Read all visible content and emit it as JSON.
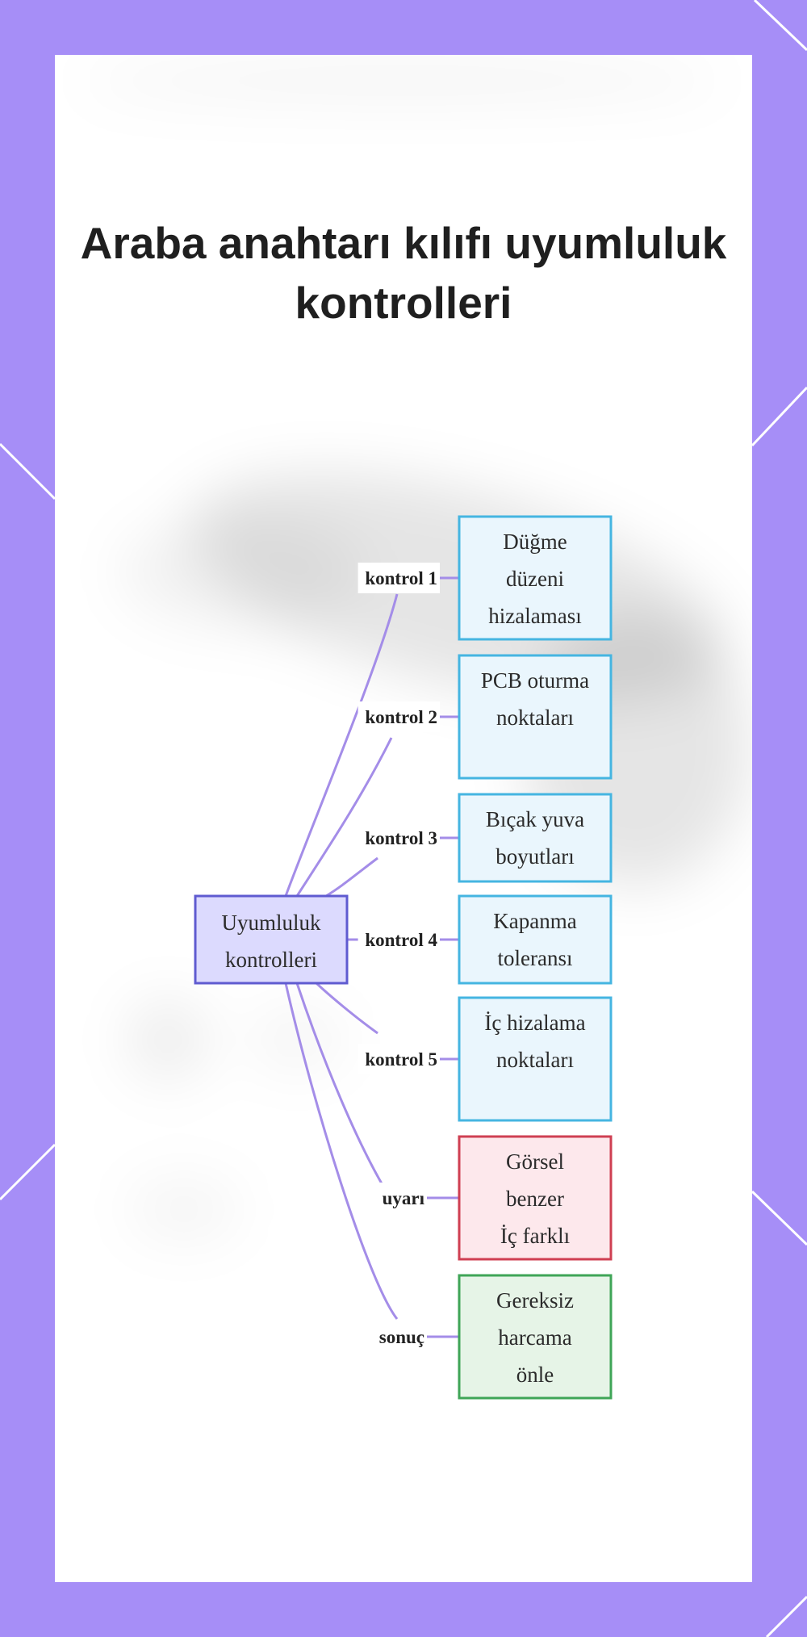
{
  "title_lines": [
    "Araba anahtarı kılıfı uyumluluk",
    "kontrolleri"
  ],
  "center_node": {
    "lines": [
      "Uyumluluk",
      "kontrolleri"
    ]
  },
  "branches": [
    {
      "edge_label": "kontrol 1",
      "lines": [
        "Düğme",
        "düzeni",
        "hizalaması"
      ],
      "kind": "check"
    },
    {
      "edge_label": "kontrol 2",
      "lines": [
        "PCB oturma",
        "noktaları"
      ],
      "kind": "check"
    },
    {
      "edge_label": "kontrol 3",
      "lines": [
        "Bıçak yuva",
        "boyutları"
      ],
      "kind": "check"
    },
    {
      "edge_label": "kontrol 4",
      "lines": [
        "Kapanma",
        "toleransı"
      ],
      "kind": "check"
    },
    {
      "edge_label": "kontrol 5",
      "lines": [
        "İç hizalama",
        "noktaları"
      ],
      "kind": "check"
    },
    {
      "edge_label": "uyarı",
      "lines": [
        "Görsel",
        "benzer",
        "İç farklı"
      ],
      "kind": "warning"
    },
    {
      "edge_label": "sonuç",
      "lines": [
        "Gereksiz",
        "harcama",
        "önle"
      ],
      "kind": "result"
    }
  ],
  "colors": {
    "frame": "#a68ef7",
    "edge": "#a48de8",
    "center_fill": "#dcdafe",
    "center_stroke": "#5f5bd0",
    "check_fill": "#eaf6fd",
    "check_stroke": "#45b5e1",
    "warning_fill": "#fde8ec",
    "warning_stroke": "#cf3f52",
    "result_fill": "#e6f4e7",
    "result_stroke": "#3fa557"
  }
}
